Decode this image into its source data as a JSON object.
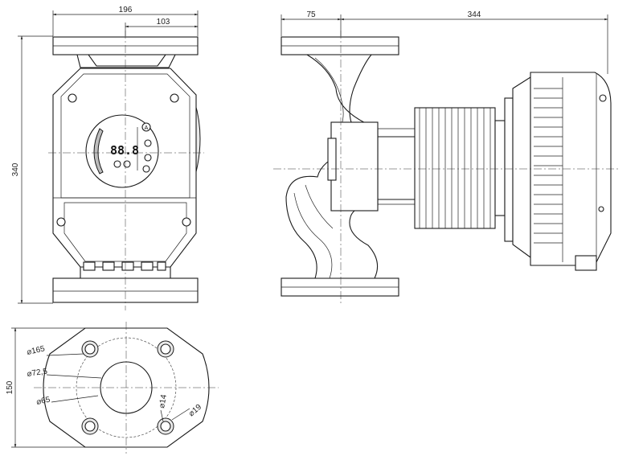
{
  "front_view": {
    "dim_width_total": "196",
    "dim_width_half": "103",
    "dim_height": "340"
  },
  "side_view": {
    "dim_flange_offset": "75",
    "dim_overall_length": "344"
  },
  "flange_view": {
    "dim_bolt_circle": "⌀165",
    "dim_center_ring": "⌀72,5",
    "dim_bore": "⌀65",
    "dim_bolt_hole": "⌀14",
    "dim_bolt_boss": "⌀19",
    "dim_flange_height": "150"
  },
  "display": {
    "digits": "88.8",
    "mode_label": "A"
  }
}
